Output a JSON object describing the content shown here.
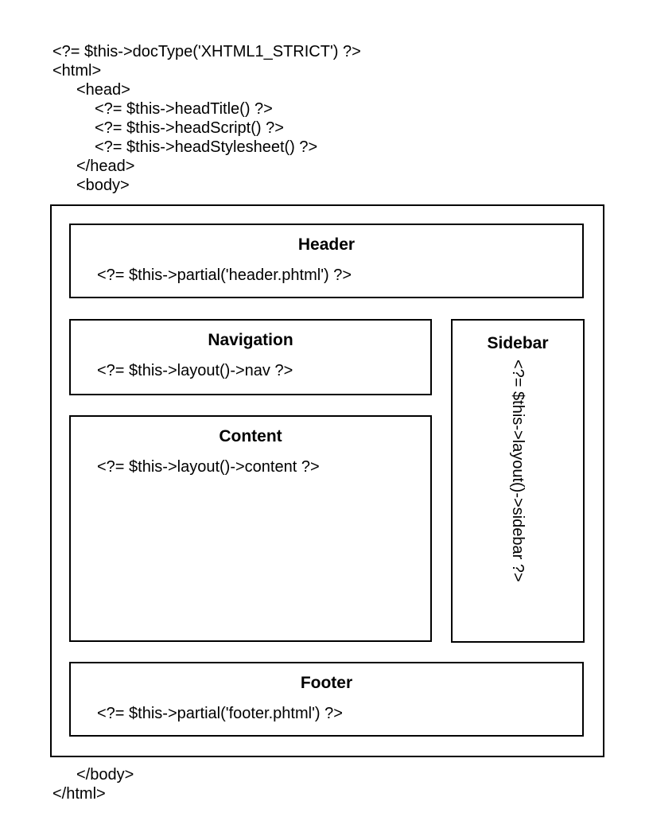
{
  "colors": {
    "background": "#ffffff",
    "line": "#000000",
    "text": "#000000"
  },
  "code_top": {
    "lines": [
      "<?= $this->docType('XHTML1_STRICT') ?>",
      "<html>",
      "<head>",
      "<?= $this->headTitle() ?>",
      "<?= $this->headScript() ?>",
      "<?= $this->headStylesheet() ?>",
      "</head>",
      "<body>"
    ]
  },
  "diagram": {
    "header": {
      "title": "Header",
      "code": "<?= $this->partial('header.phtml') ?>"
    },
    "navigation": {
      "title": "Navigation",
      "code": "<?= $this->layout()->nav ?>"
    },
    "sidebar": {
      "title": "Sidebar",
      "code": "<?= $this->layout()->sidebar ?>"
    },
    "content": {
      "title": "Content",
      "code": "<?= $this->layout()->content ?>"
    },
    "footer": {
      "title": "Footer",
      "code": "<?= $this->partial('footer.phtml') ?>"
    }
  },
  "code_bottom": {
    "lines": [
      "</body>",
      "</html>"
    ]
  }
}
